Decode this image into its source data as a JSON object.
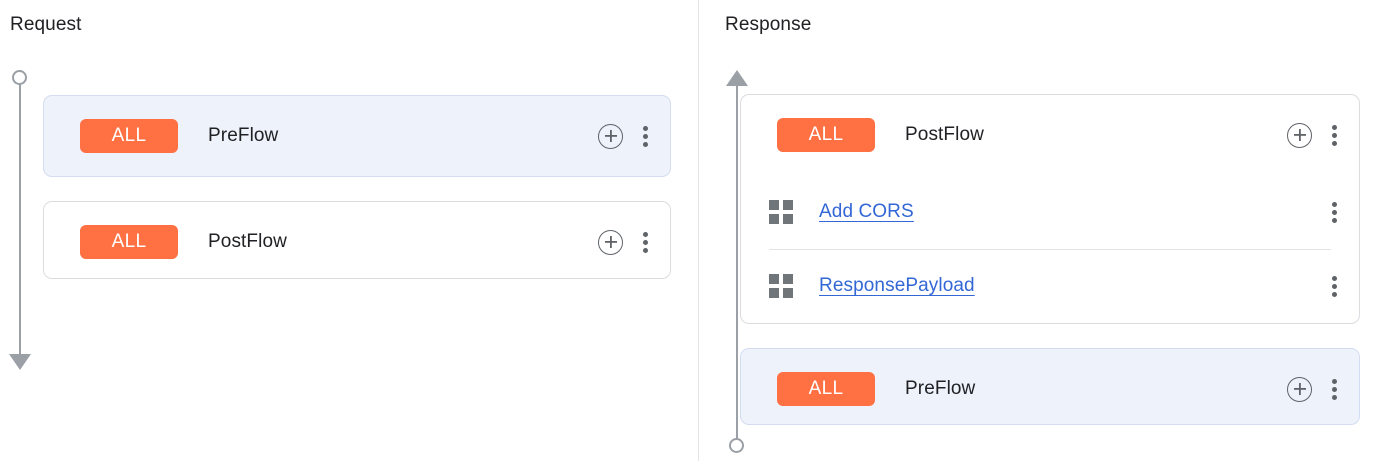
{
  "theme": {
    "badge_color": "#ff7043",
    "badge_text_color": "#ffffff",
    "link_color": "#3367d6",
    "selected_card_bg": "#eef2fb",
    "card_border": "#dadce0",
    "rail_color": "#9aa0a6",
    "text_color": "#202124",
    "icon_color": "#5f6368",
    "divider_color": "#e4e4e4"
  },
  "request": {
    "title": "Request",
    "connector": {
      "start_icon": "circle-node-icon",
      "end_icon": "arrow-down-icon",
      "direction": "downward"
    },
    "cards": [
      {
        "badge": "ALL",
        "name": "PreFlow",
        "selected": true,
        "add_icon": "plus-circle-icon",
        "menu_icon": "kebab-menu-icon",
        "policies": []
      },
      {
        "badge": "ALL",
        "name": "PostFlow",
        "selected": false,
        "add_icon": "plus-circle-icon",
        "menu_icon": "kebab-menu-icon",
        "policies": []
      }
    ]
  },
  "response": {
    "title": "Response",
    "connector": {
      "start_icon": "arrow-up-icon",
      "end_icon": "circle-node-icon",
      "direction": "upward"
    },
    "cards": [
      {
        "badge": "ALL",
        "name": "PostFlow",
        "selected": false,
        "add_icon": "plus-circle-icon",
        "menu_icon": "kebab-menu-icon",
        "policies": [
          {
            "name": "Add CORS",
            "icon": "policy-grid-icon",
            "menu_icon": "kebab-menu-icon"
          },
          {
            "name": "ResponsePayload",
            "icon": "policy-grid-icon",
            "menu_icon": "kebab-menu-icon"
          }
        ]
      },
      {
        "badge": "ALL",
        "name": "PreFlow",
        "selected": true,
        "add_icon": "plus-circle-icon",
        "menu_icon": "kebab-menu-icon",
        "policies": []
      }
    ]
  }
}
